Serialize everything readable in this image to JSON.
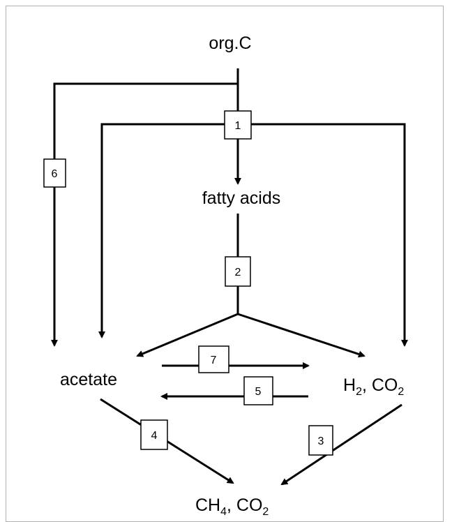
{
  "nodes": {
    "org_c": "org.C",
    "fatty_acids": "fatty acids",
    "acetate": "acetate",
    "h2_co2": {
      "a": "H",
      "a_sub": "2",
      "b": ", CO",
      "b_sub": "2"
    },
    "ch4_co2": {
      "a": "CH",
      "a_sub": "4",
      "b": ", CO",
      "b_sub": "2"
    }
  },
  "steps": [
    "1",
    "2",
    "3",
    "4",
    "5",
    "6",
    "7"
  ],
  "colors": {
    "line": "#000000",
    "frame": "#b0b0b0",
    "background": "#ffffff"
  }
}
